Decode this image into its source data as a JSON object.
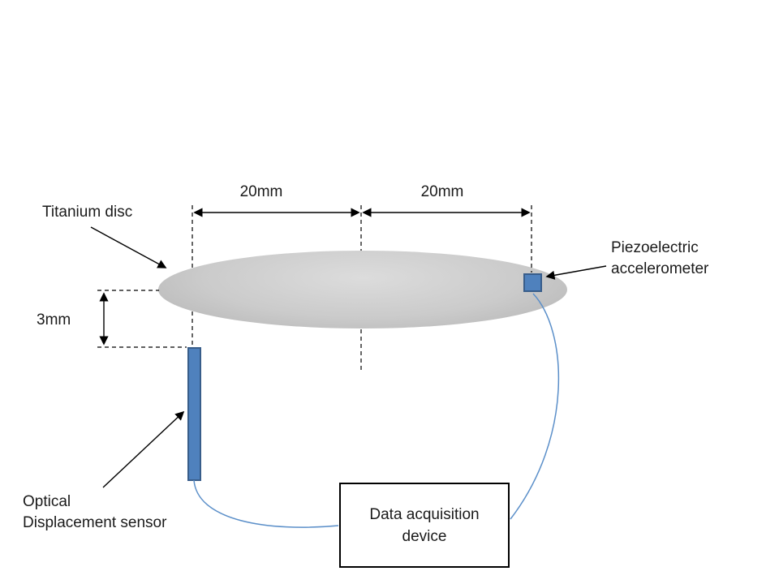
{
  "slide": {
    "dimensions": {
      "left_span": "20mm",
      "right_span": "20mm",
      "offset_height": "3mm"
    },
    "labels": {
      "titanium_disc": "Titanium disc",
      "piezo_line1": "Piezoelectric",
      "piezo_line2": "accelerometer",
      "optical_line1": "Optical",
      "optical_line2": "Displacement sensor",
      "daq_line1": "Data acquisition",
      "daq_line2": "device"
    },
    "colors": {
      "line_black": "#000000",
      "shape_blue": "#4f81bd",
      "shape_blue_border": "#385d8a",
      "disc_light": "#dcdcdc",
      "disc_mid": "#cbcbcb",
      "disc_dark": "#b2b2b2",
      "connector_blue": "#5b8fc9"
    }
  }
}
